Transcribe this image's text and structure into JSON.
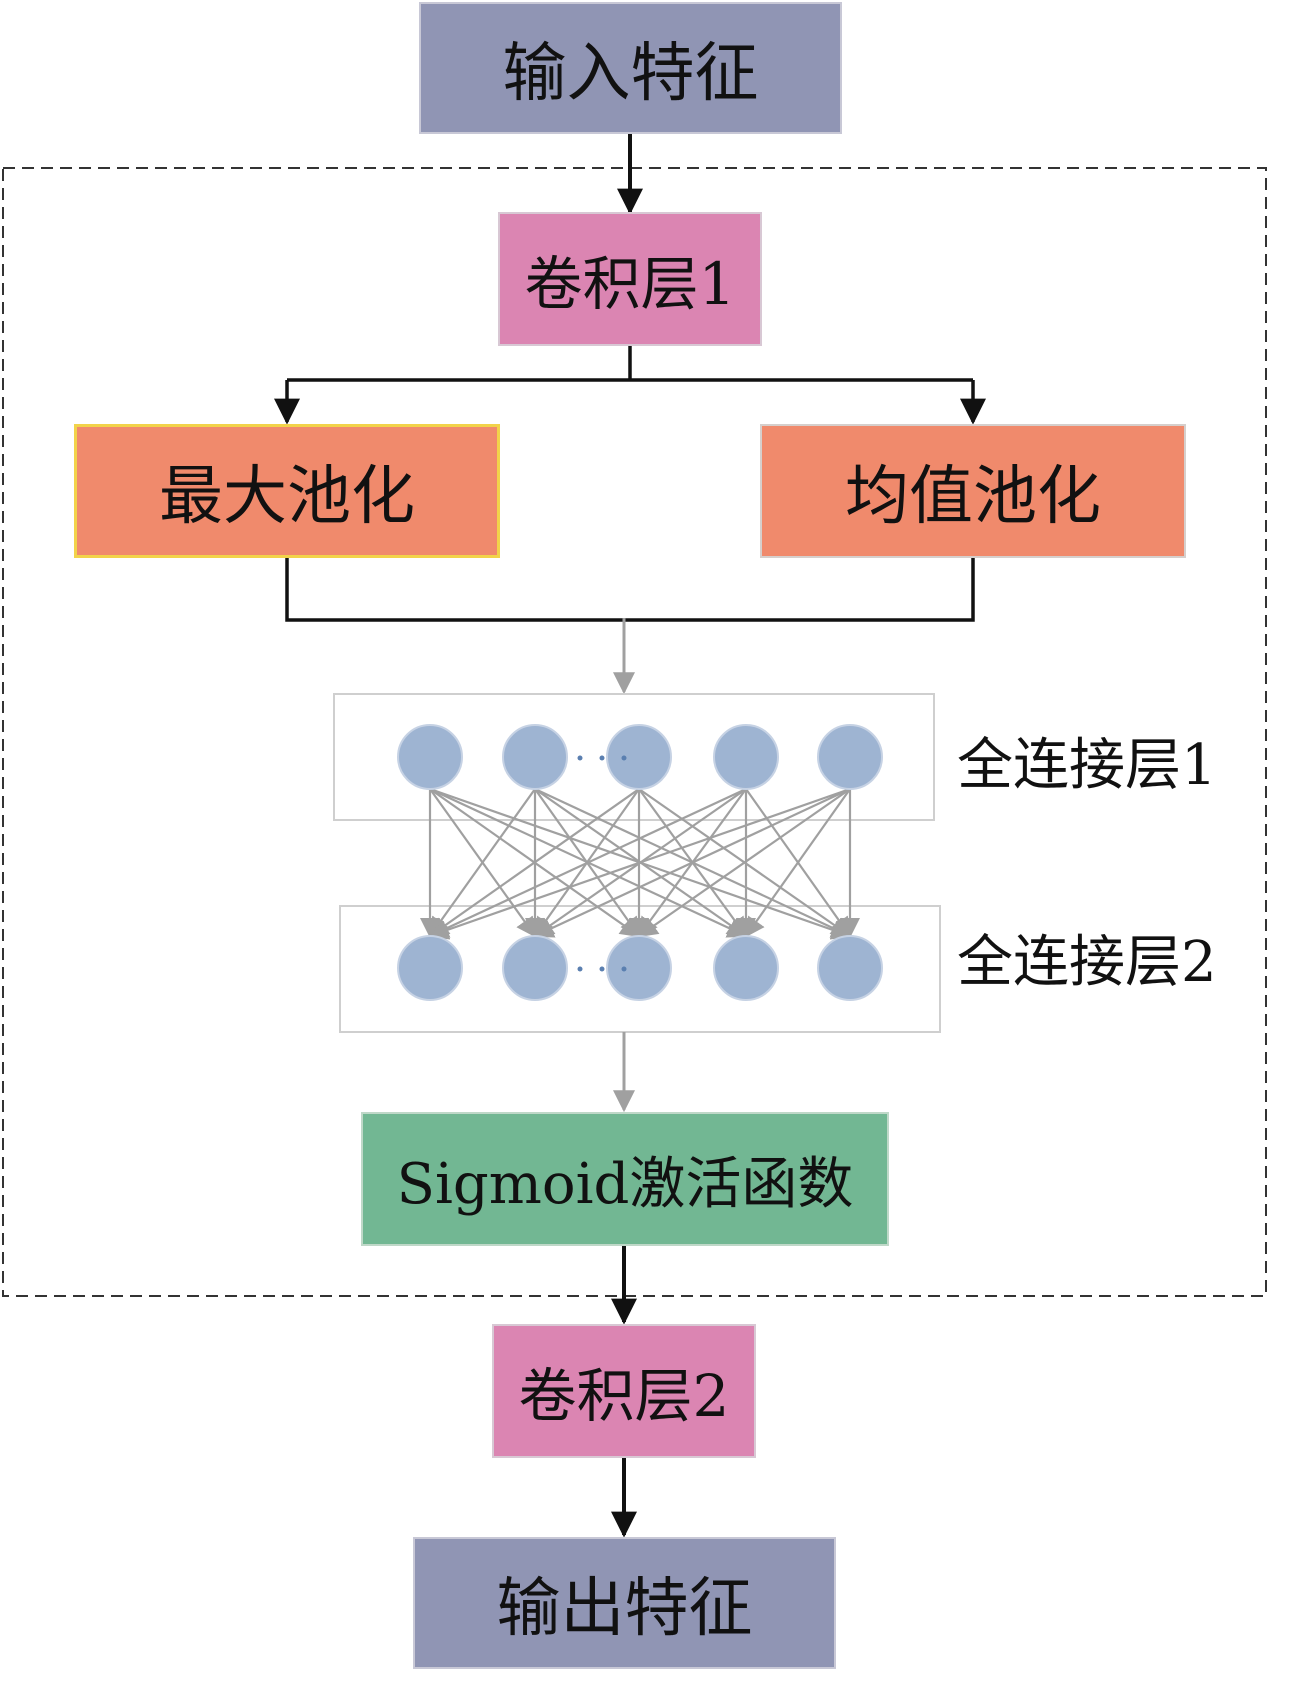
{
  "nodes": {
    "input": "输入特征",
    "conv1": "卷积层1",
    "max_pool": "最大池化",
    "avg_pool": "均值池化",
    "fc1": "全连接层1",
    "fc2": "全连接层2",
    "sigmoid": "Sigmoid激活函数",
    "conv2": "卷积层2",
    "output": "输出特征"
  },
  "colors": {
    "io": "#9095b4",
    "conv": "#db85b2",
    "pool": "#f08a6c",
    "neuron": "#9eb4d2",
    "activation": "#72b793",
    "arrow_black": "#111111",
    "arrow_gray": "#a0a0a0"
  }
}
